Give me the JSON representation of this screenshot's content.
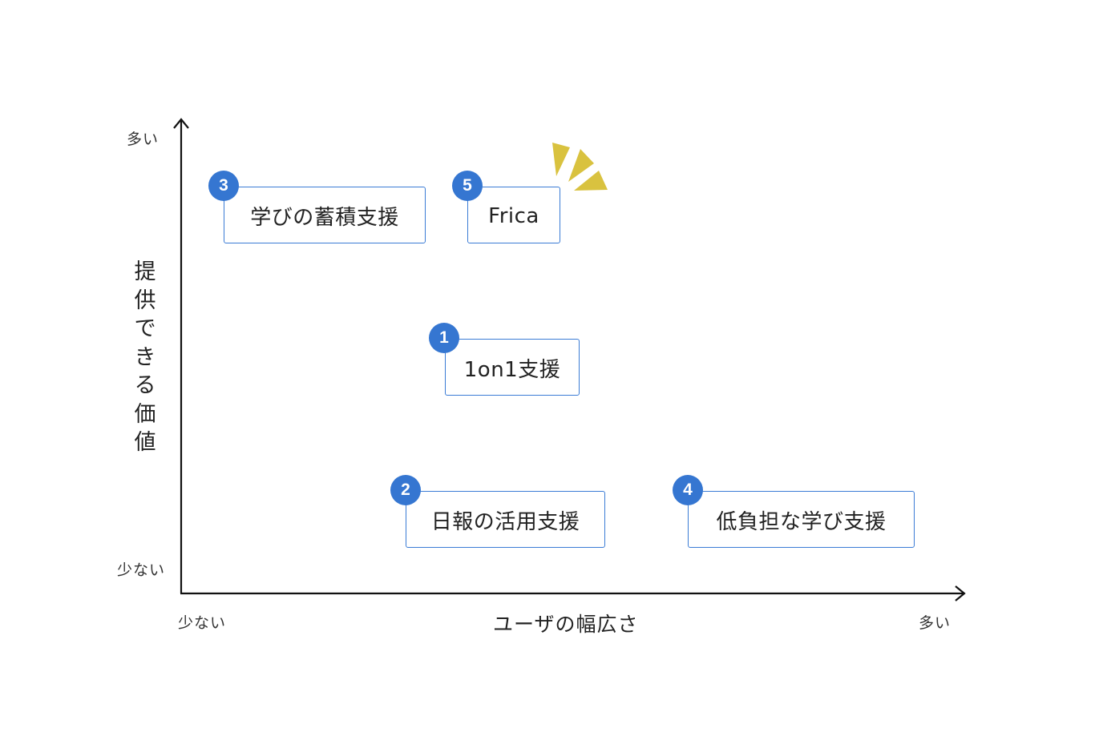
{
  "axes": {
    "y_title": "提供できる価値",
    "y_high": "多い",
    "y_low": "少ない",
    "x_title": "ユーザの幅広さ",
    "x_low": "少ない",
    "x_high": "多い"
  },
  "items": [
    {
      "number": "3",
      "label": "学びの蓄積支援"
    },
    {
      "number": "5",
      "label": "Frica"
    },
    {
      "number": "1",
      "label": "1on1支援"
    },
    {
      "number": "2",
      "label": "日報の活用支援"
    },
    {
      "number": "4",
      "label": "低負担な学び支援"
    }
  ],
  "colors": {
    "box_border": "#3a7bd5",
    "badge_fill": "#3576d1",
    "highlight": "#d9c23f",
    "axis": "#111111"
  },
  "icons": {
    "highlight": "sparkle-icon"
  }
}
